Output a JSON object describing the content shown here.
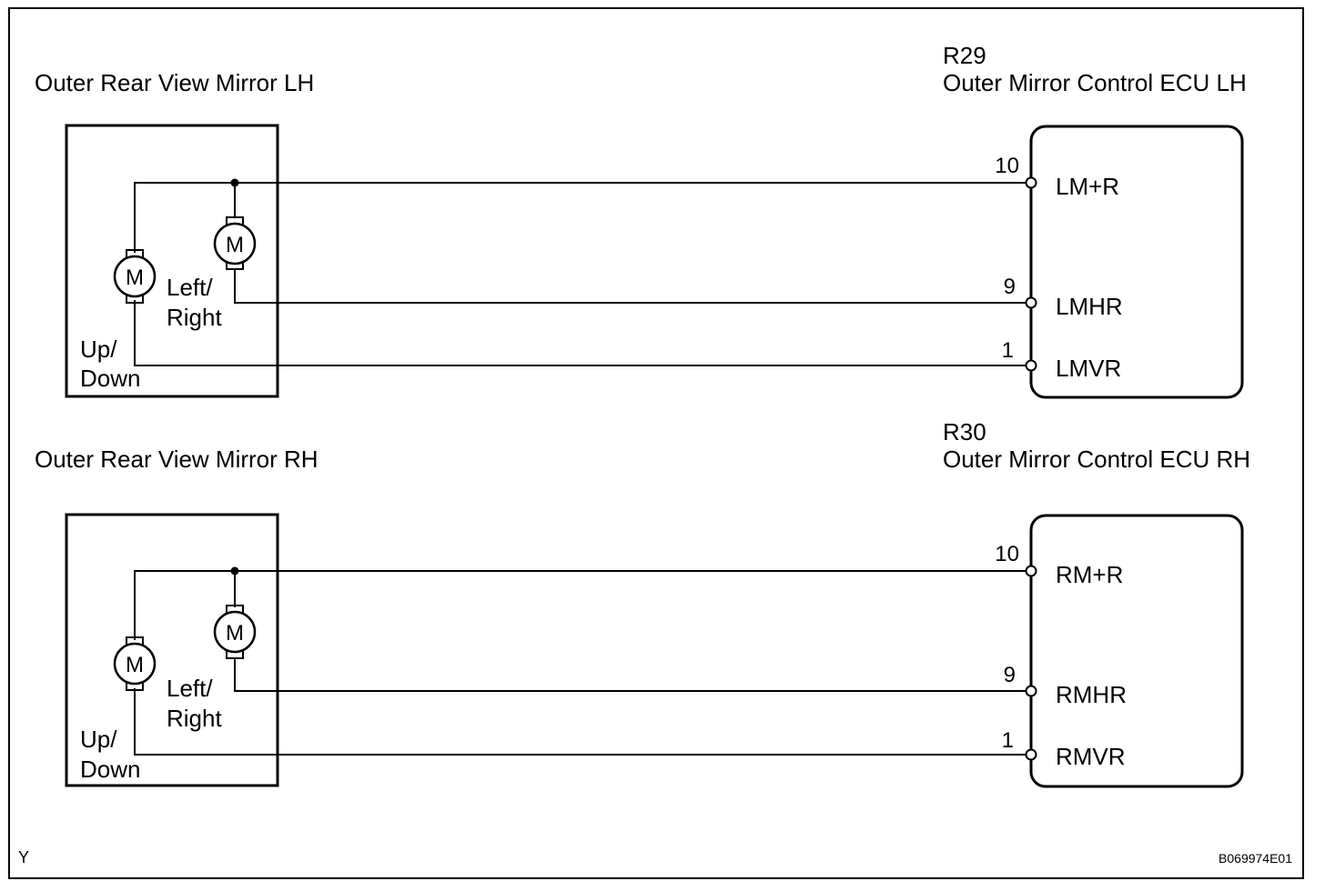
{
  "corner_mark": "Y",
  "figure_code": "B069974E01",
  "circuits": [
    {
      "mirror_label": "Outer Rear View Mirror LH",
      "connector_code": "R29",
      "ecu_label": "Outer Mirror Control ECU LH",
      "motor_symbol": "M",
      "updown_line1": "Up/",
      "updown_line2": "Down",
      "leftright_line1": "Left/",
      "leftright_line2": "Right",
      "terminals": [
        {
          "pin": "10",
          "name": "LM+R"
        },
        {
          "pin": "9",
          "name": "LMHR"
        },
        {
          "pin": "1",
          "name": "LMVR"
        }
      ]
    },
    {
      "mirror_label": "Outer Rear View Mirror RH",
      "connector_code": "R30",
      "ecu_label": "Outer Mirror Control ECU RH",
      "motor_symbol": "M",
      "updown_line1": "Up/",
      "updown_line2": "Down",
      "leftright_line1": "Left/",
      "leftright_line2": "Right",
      "terminals": [
        {
          "pin": "10",
          "name": "RM+R"
        },
        {
          "pin": "9",
          "name": "RMHR"
        },
        {
          "pin": "1",
          "name": "RMVR"
        }
      ]
    }
  ]
}
